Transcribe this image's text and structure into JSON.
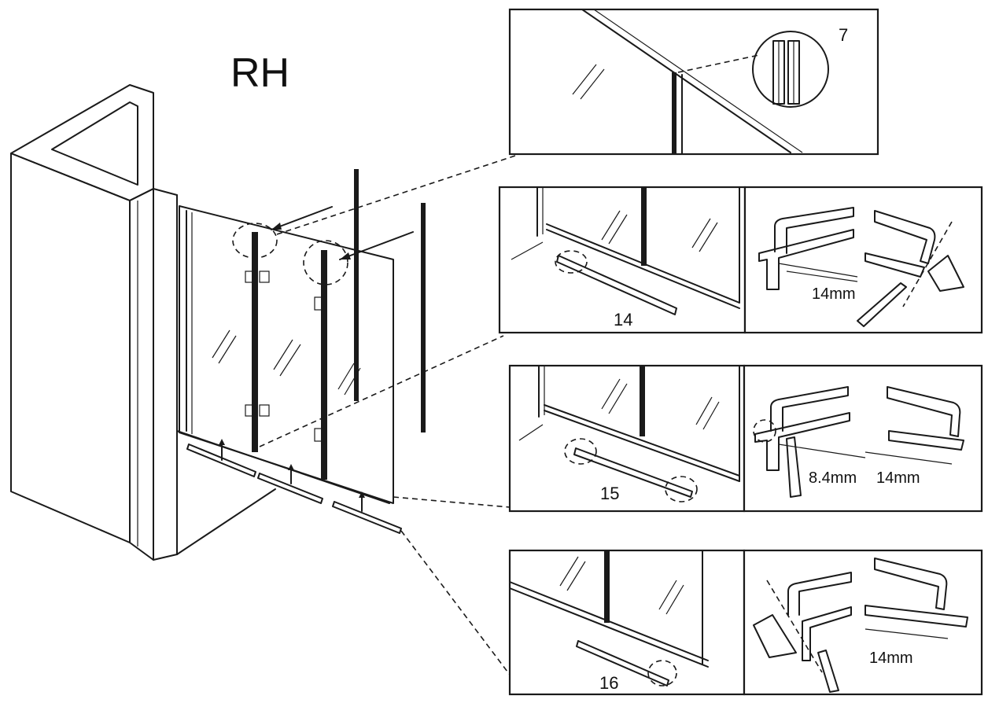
{
  "title": "RH",
  "details": {
    "seal_top": {
      "part_number": "7"
    },
    "seal_14": {
      "part_number": "14",
      "measure": "14mm"
    },
    "seal_15": {
      "part_number": "15",
      "measure_left": "8.4mm",
      "measure_right": "14mm"
    },
    "seal_16": {
      "part_number": "16",
      "measure": "14mm"
    }
  },
  "colors": {
    "line": "#1a1a1a",
    "background": "#ffffff"
  }
}
